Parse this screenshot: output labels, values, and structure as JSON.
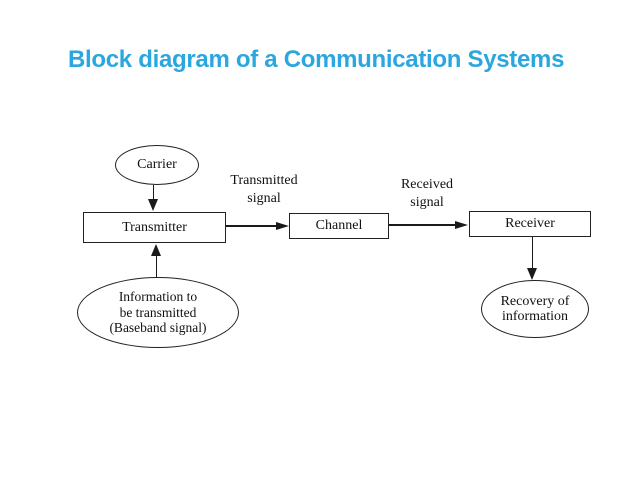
{
  "slide": {
    "background": "#ffffff",
    "accent_color": "#2BA7DF",
    "ink_color": "#1a1a1a"
  },
  "title": {
    "text": "Block diagram of a Communication Systems",
    "color": "#2BA7DF"
  },
  "diagram": {
    "nodes": [
      {
        "id": "carrier",
        "shape": "ellipse",
        "label": "Carrier"
      },
      {
        "id": "transmitter",
        "shape": "rect",
        "label": "Transmitter"
      },
      {
        "id": "channel",
        "shape": "rect",
        "label": "Channel"
      },
      {
        "id": "receiver",
        "shape": "rect",
        "label": "Receiver"
      },
      {
        "id": "information",
        "shape": "ellipse",
        "lines": [
          "Information to",
          "be transmitted",
          "(Baseband signal)"
        ]
      },
      {
        "id": "recovery",
        "shape": "ellipse",
        "lines": [
          "Recovery of",
          "information"
        ]
      }
    ],
    "edge_labels": [
      {
        "id": "transmitted",
        "lines": [
          "Transmitted",
          "signal"
        ]
      },
      {
        "id": "received",
        "lines": [
          "Received",
          "signal"
        ]
      }
    ],
    "arrows": [
      {
        "from": "carrier",
        "to": "transmitter"
      },
      {
        "from": "information",
        "to": "transmitter"
      },
      {
        "from": "transmitter",
        "to": "channel"
      },
      {
        "from": "channel",
        "to": "receiver"
      },
      {
        "from": "receiver",
        "to": "recovery"
      }
    ]
  }
}
